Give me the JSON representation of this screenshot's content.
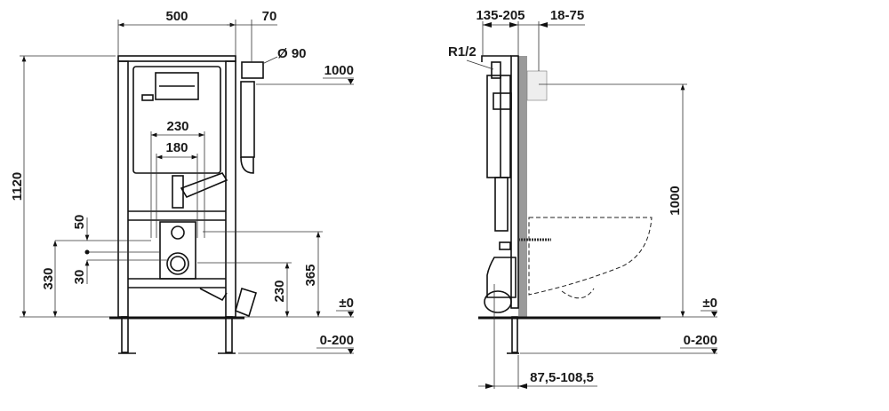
{
  "front_view": {
    "width": "500",
    "offset": "70",
    "pipe_diameter": "Ø 90",
    "pipe_height": "1000",
    "total_height": "1120",
    "bolt_spacing_outer": "230",
    "bolt_spacing_inner": "180",
    "vertical_offset_upper": "50",
    "vertical_offset_lower": "30",
    "bolt_height": "330",
    "drain_height": "230",
    "supply_height": "365",
    "floor_level": "±0",
    "leg_adjustment": "0-200"
  },
  "side_view": {
    "depth": "135-205",
    "wall_offset": "18-75",
    "thread": "R1/2",
    "pipe_height": "1000",
    "floor_level": "±0",
    "leg_adjustment": "0-200",
    "drain_offset": "87,5-108,5"
  }
}
